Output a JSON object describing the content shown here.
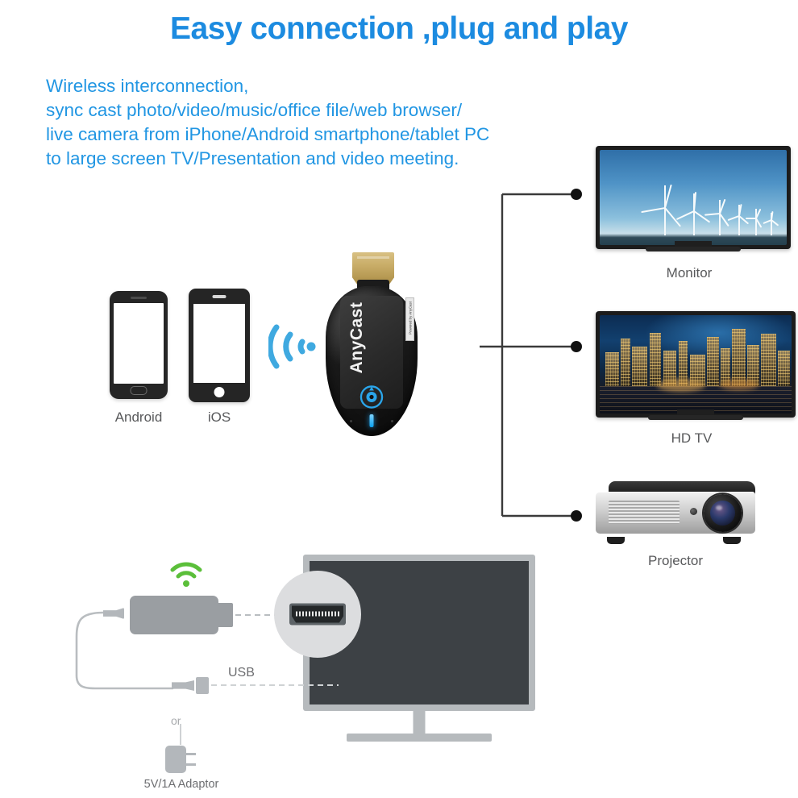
{
  "header": {
    "title": "Easy connection ,plug and play",
    "title_color": "#1C8BE0",
    "body_lines": [
      "Wireless interconnection,",
      "sync cast photo/video/music/office file/web browser/",
      "live camera from iPhone/Android smartphone/tablet PC",
      "to large screen TV/Presentation and video meeting."
    ],
    "body_color": "#2196E3"
  },
  "sources": {
    "android_label": "Android",
    "ios_label": "iOS",
    "wifi_icon_color": "#3FA9E0"
  },
  "dongle": {
    "brand": "AnyCast",
    "powered_label": "Powered by AnyCast",
    "body_color": "#111111",
    "connector_color": "#C9AD68",
    "led_color": "#0AA0EF"
  },
  "outputs": [
    {
      "label": "Monitor",
      "screen_content": "wind turbines on blue sky"
    },
    {
      "label": "HD TV",
      "screen_content": "night city skyline"
    },
    {
      "label": "Projector",
      "screen_content": "silver black projector"
    }
  ],
  "setup_diagram": {
    "usb_label": "USB",
    "or_label": "or",
    "adaptor_label": "5V/1A Adaptor",
    "wifi_icon_color": "#5BBF3A",
    "hdmi_port_name": "HDMI port",
    "tv_color": "#3D4145"
  }
}
